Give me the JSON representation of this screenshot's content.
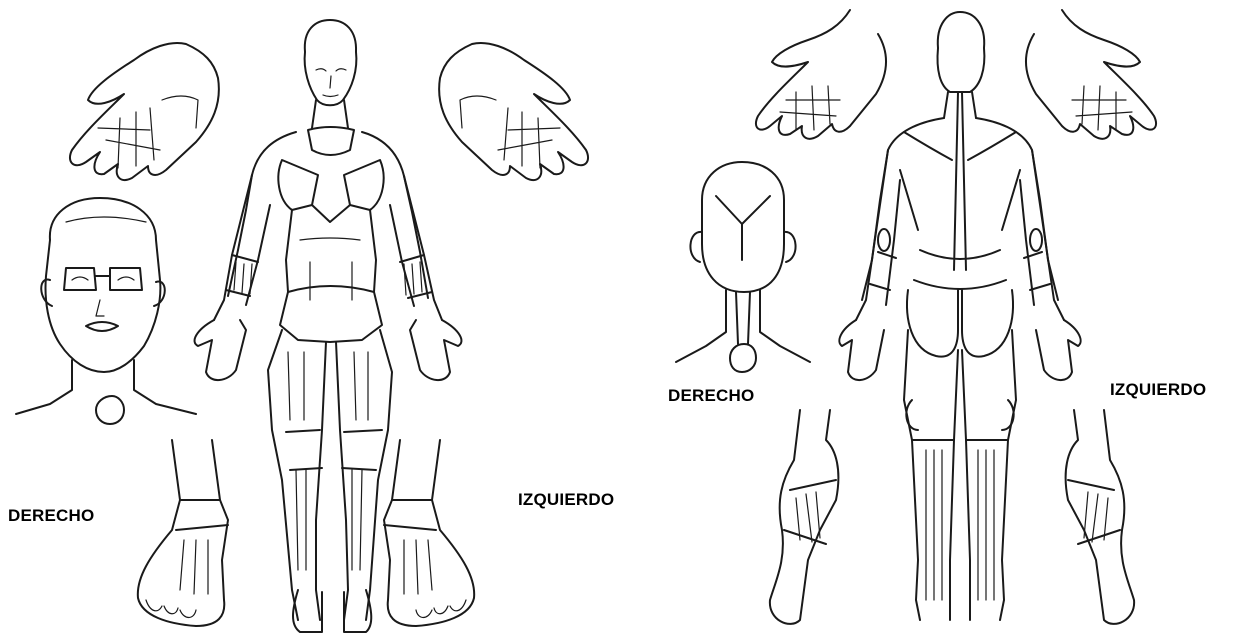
{
  "front_view": {
    "label_right": "DERECHO",
    "label_left": "IZQUIERDO"
  },
  "back_view": {
    "label_right": "DERECHO",
    "label_left": "IZQUIERDO"
  },
  "ink_color": "#1a1a1a",
  "background_color": "#ffffff"
}
